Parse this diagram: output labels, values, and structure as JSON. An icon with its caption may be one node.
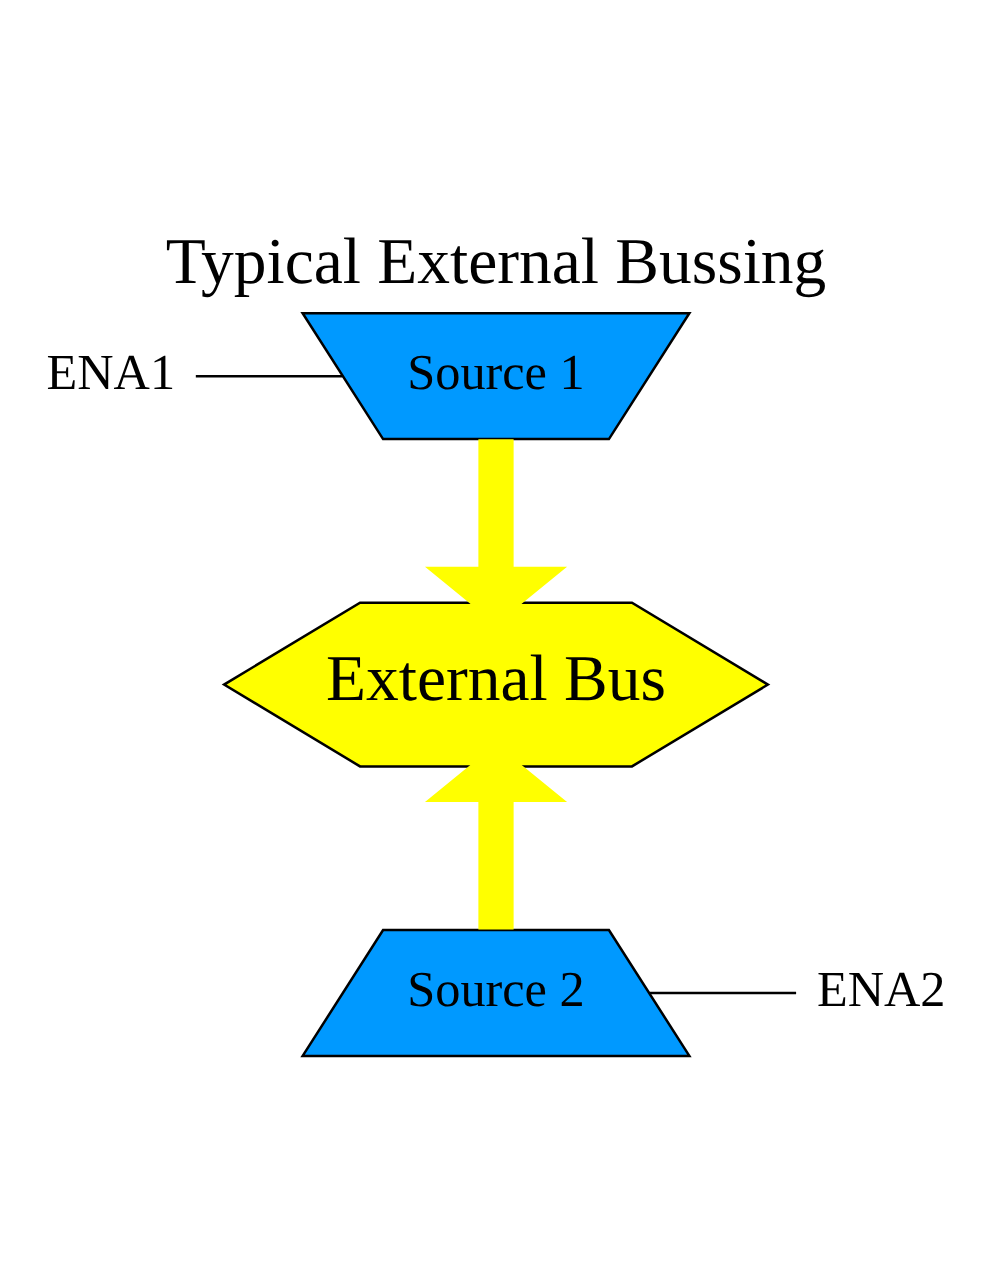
{
  "diagram": {
    "title": "Typical External Bussing",
    "nodes": [
      {
        "text": [
          "Source 1"
        ]
      },
      {
        "text": [
          "ENA1"
        ]
      },
      {
        "text": [
          "External Bus"
        ]
      },
      {
        "text": [
          "Source 2"
        ]
      },
      {
        "text": [
          "ENA2"
        ]
      }
    ],
    "edges": [
      {
        "from": 1,
        "to": 0,
        "arrow": "none"
      },
      {
        "from": 0,
        "to": 2,
        "arrow": "to",
        "style": "thick",
        "color": "#ffff00"
      },
      {
        "from": 3,
        "to": 2,
        "arrow": "to",
        "style": "thick",
        "color": "#ffff00"
      },
      {
        "from": 4,
        "to": 3,
        "arrow": "none"
      }
    ]
  }
}
